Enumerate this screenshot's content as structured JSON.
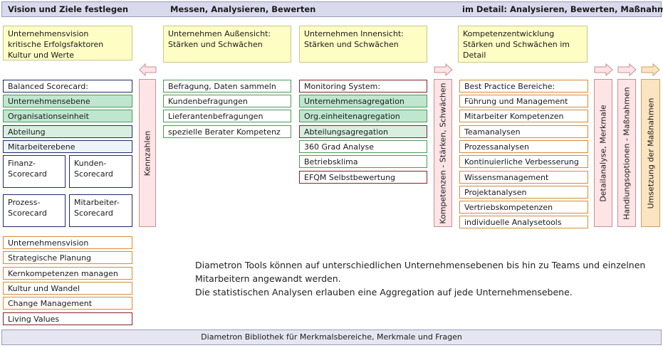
{
  "header": {
    "col1": "Vision und Ziele festlegen",
    "col2": "Messen, Analysieren, Bewerten",
    "col3": "im Detail: Analysieren, Bewerten, Maßnahmen"
  },
  "yellow_boxes": {
    "vision": [
      "Unternehmensvision",
      "kritische Erfolgsfaktoren",
      "Kultur und Werte"
    ],
    "aussen": [
      "Unternehmen Außensicht:",
      "Stärken und Schwächen"
    ],
    "innen": [
      "Unternehmen Innensicht:",
      "Stärken und Schwächen"
    ],
    "kompetenz": [
      "Kompetenzentwicklung",
      "Stärken und Schwächen im",
      "Detail"
    ]
  },
  "balanced_scorecard": {
    "items": [
      "Balanced Scorecard:",
      "Unternehmensebene",
      "Organisationseinheit",
      "Abteilung",
      "Mitarbeiterebene"
    ],
    "grid": [
      [
        "Finanz-",
        "Scorecard"
      ],
      [
        "Kunden-",
        "Scorecard"
      ],
      [
        "Prozess-",
        "Scorecard"
      ],
      [
        "Mitarbeiter-",
        "Scorecard"
      ]
    ]
  },
  "orange_list": [
    "Unternehmensvision",
    "Strategische Planung",
    "Kernkompetenzen managen",
    "Kultur und Wandel",
    "Change Management",
    "Living Values"
  ],
  "kennzahlen": "Kennzahlen",
  "befragung": [
    "Befragung, Daten sammeln",
    "Kundenbefragungen",
    "Lieferantenbefragungen",
    "spezielle Berater Kompetenz"
  ],
  "monitoring": [
    "Monitoring System:",
    "Unternehmensagregation",
    "Org.einheitenagregation",
    "Abteilungsagregation",
    "360 Grad Analyse",
    "Betriebsklima",
    "EFQM Selbstbewertung"
  ],
  "kompetenzen_bar": "Kompetenzen - Stärken, Schwächen",
  "best_practice": [
    "Best Practice Bereiche:",
    "Führung und Management",
    "Mitarbeiter Kompetenzen",
    "Teamanalysen",
    "Prozessanalysen",
    "Kontinuierliche Verbesserung",
    "Wissensmanagement",
    "Projektanalysen",
    "Vertriebskompetenzen",
    "individuelle Analysetools"
  ],
  "right_bars": [
    "Detailanalyse, Merkmale",
    "Handlungsoptionen - Maßnahmen",
    "Umsetzung der Maßnahmen"
  ],
  "description": {
    "line1": "Diametron Tools können auf unterschiedlichen Unternehmensebenen bis hin zu Teams und einzelnen",
    "line2": "Mitarbeitern angewandt werden.",
    "line3": "Die statistischen Analysen erlauben eine Aggregation auf jede Unternehmensebene."
  },
  "footer": "Diametron Bibliothek für Merkmalsbereiche, Merkmale und Fragen"
}
